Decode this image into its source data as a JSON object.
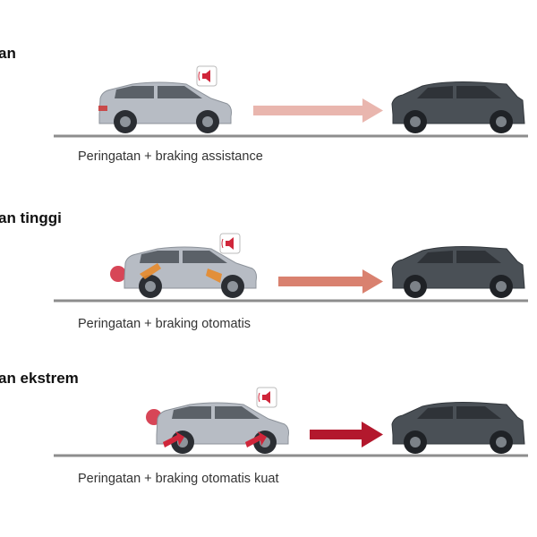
{
  "panels": [
    {
      "heading": "an",
      "caption": "Peringatan + braking assistance",
      "level": "warning",
      "arrow_color": "#e9b6ae"
    },
    {
      "heading": "an tinggi",
      "caption": "Peringatan + braking otomatis",
      "level": "high",
      "arrow_color": "#d9816f"
    },
    {
      "heading": "an ekstrem",
      "caption": "Peringatan + braking otomatis kuat",
      "level": "extreme",
      "arrow_color": "#b3182d"
    }
  ],
  "colors": {
    "ego_car_body": "#b7bcc4",
    "lead_car_body": "#4a5056",
    "road": "#8d8d8d",
    "alert_red": "#d0263a",
    "brake_orange": "#e7892b"
  },
  "icons": [
    "speaker-alert-icon",
    "brake-light-icon",
    "brake-force-icon"
  ]
}
